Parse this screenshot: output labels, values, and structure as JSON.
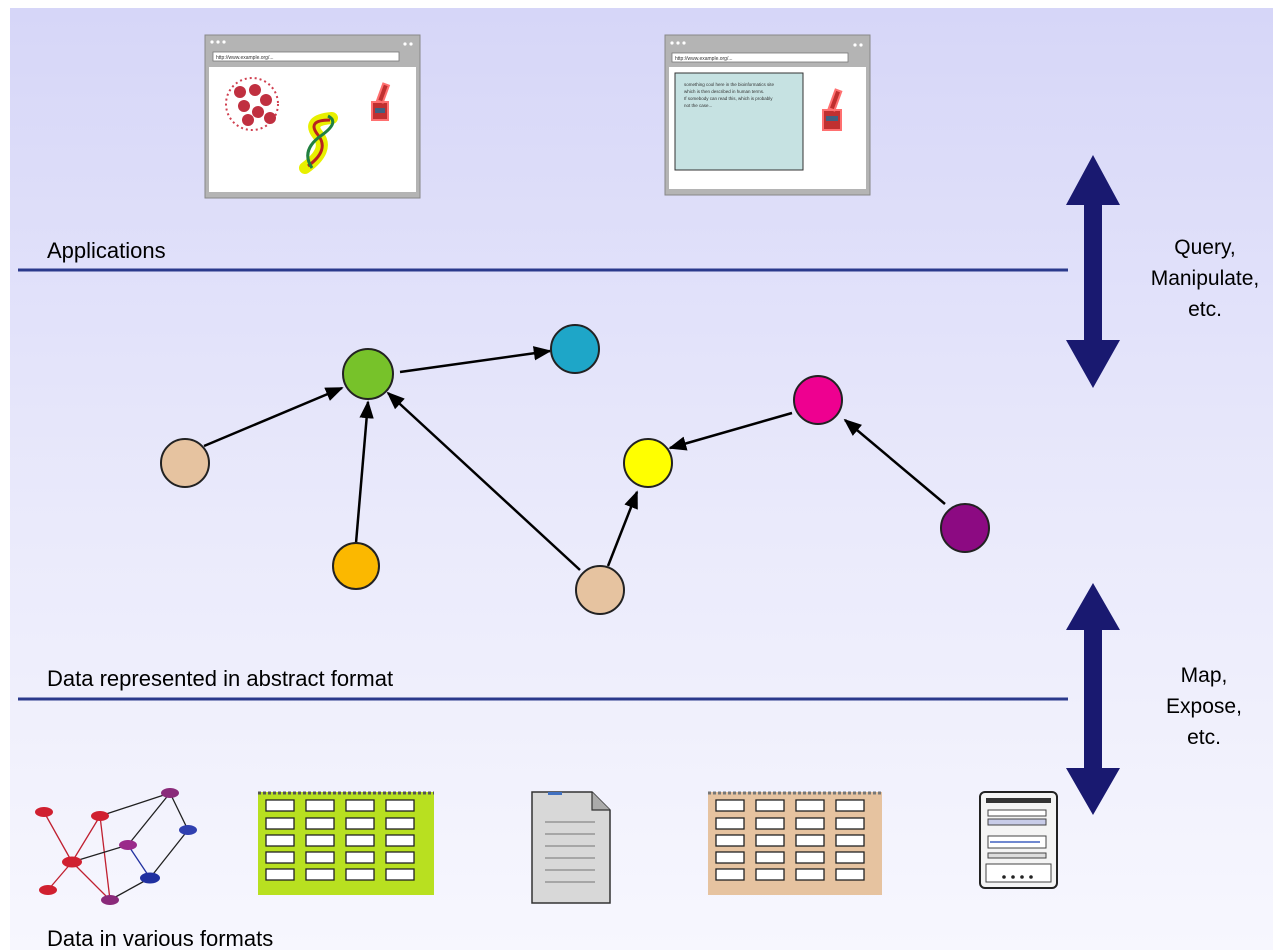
{
  "layers": {
    "applications": "Applications",
    "abstract": "Data represented in abstract format",
    "various": "Data in various formats"
  },
  "arrows": {
    "top": [
      "Query,",
      "Manipulate,",
      "etc."
    ],
    "bottom": [
      "Map,",
      "Expose,",
      "etc."
    ]
  },
  "browsers": [
    {
      "url": "http://www.example.org/..."
    },
    {
      "url": "http://www.example.org/...",
      "text": [
        "something cool here in the bioinformatics site",
        "which is then described in human terms.",
        "If somebody can read this, which is probably",
        "not the case..."
      ]
    }
  ],
  "colors": {
    "rule": "#2b3a8c",
    "arrow": "#191970",
    "node_green": "#77c22a",
    "node_cyan": "#1ea6c8",
    "node_tan": "#e6c3a0",
    "node_orange": "#fbb800",
    "node_yellow": "#ffff00",
    "node_magenta": "#ee0090",
    "node_purple": "#8c0a82",
    "table_green": "#b8e020",
    "table_tan": "#e6c3a0"
  }
}
